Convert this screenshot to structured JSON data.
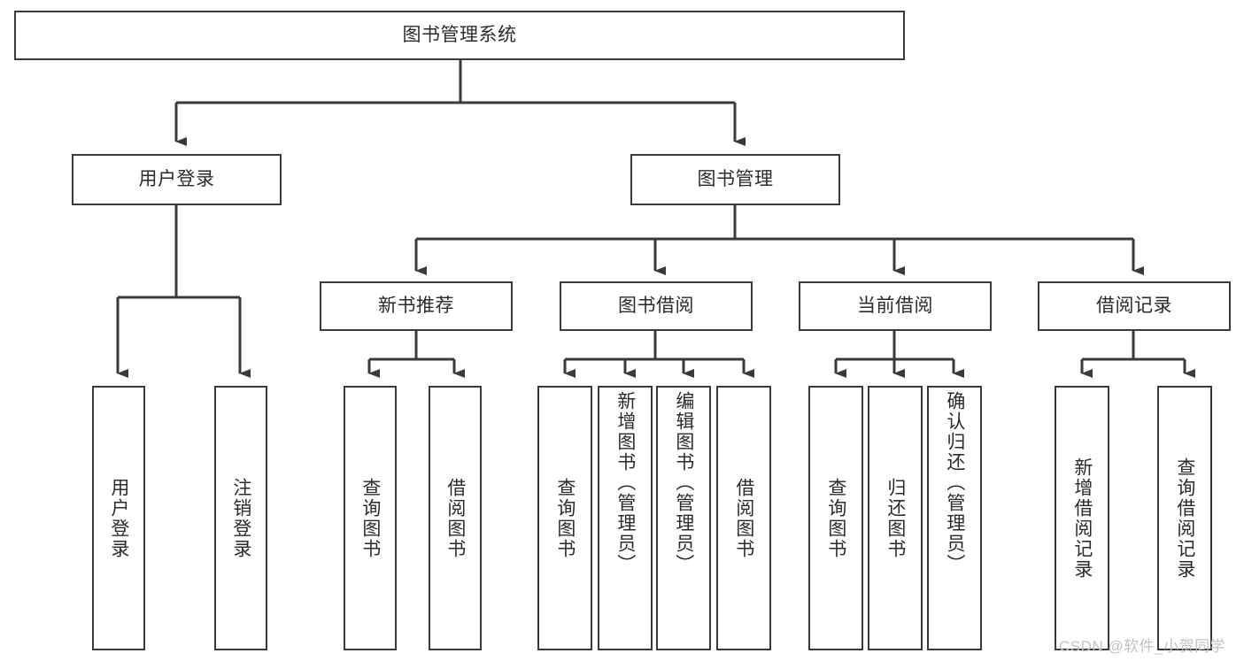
{
  "diagram": {
    "title": "图书管理系统",
    "type": "hierarchy-tree",
    "orientation": "top-down",
    "box_fill": "#ffffff",
    "box_stroke": "#3a3a3a",
    "line_color": "#3a3a3a",
    "text_color": "#2b2b2b"
  },
  "nodes": {
    "root": {
      "label": "图书管理系统",
      "level": 0
    },
    "level1": [
      {
        "id": "user-login",
        "label": "用户登录"
      },
      {
        "id": "book-manage",
        "label": "图书管理"
      }
    ],
    "level2": [
      {
        "id": "new-book-recommend",
        "label": "新书推荐"
      },
      {
        "id": "book-borrow",
        "label": "图书借阅"
      },
      {
        "id": "current-borrow",
        "label": "当前借阅"
      },
      {
        "id": "borrow-record",
        "label": "借阅记录"
      }
    ],
    "leaves": {
      "user-login": [
        {
          "id": "leaf-user-login",
          "label": "用户登录"
        },
        {
          "id": "leaf-logout-login",
          "label": "注销登录"
        }
      ],
      "new-book-recommend": [
        {
          "id": "leaf-query-book-1",
          "label": "查询图书"
        },
        {
          "id": "leaf-borrow-book-1",
          "label": "借阅图书"
        }
      ],
      "book-borrow": [
        {
          "id": "leaf-query-book-2",
          "label": "查询图书"
        },
        {
          "id": "leaf-add-book-admin",
          "label": "新增图书（管理员）"
        },
        {
          "id": "leaf-edit-book-admin",
          "label": "编辑图书（管理员）"
        },
        {
          "id": "leaf-borrow-book-2",
          "label": "借阅图书"
        }
      ],
      "current-borrow": [
        {
          "id": "leaf-query-book-3",
          "label": "查询图书"
        },
        {
          "id": "leaf-return-book",
          "label": "归还图书"
        },
        {
          "id": "leaf-confirm-return-admin",
          "label": "确认归还（管理员）"
        }
      ],
      "borrow-record": [
        {
          "id": "leaf-add-borrow-record",
          "label": "新增借阅记录"
        },
        {
          "id": "leaf-query-borrow-record",
          "label": "查询借阅记录"
        }
      ]
    }
  },
  "watermark": {
    "text": "CSDN @软件_小贺同学",
    "color": "#c2c2c2"
  }
}
